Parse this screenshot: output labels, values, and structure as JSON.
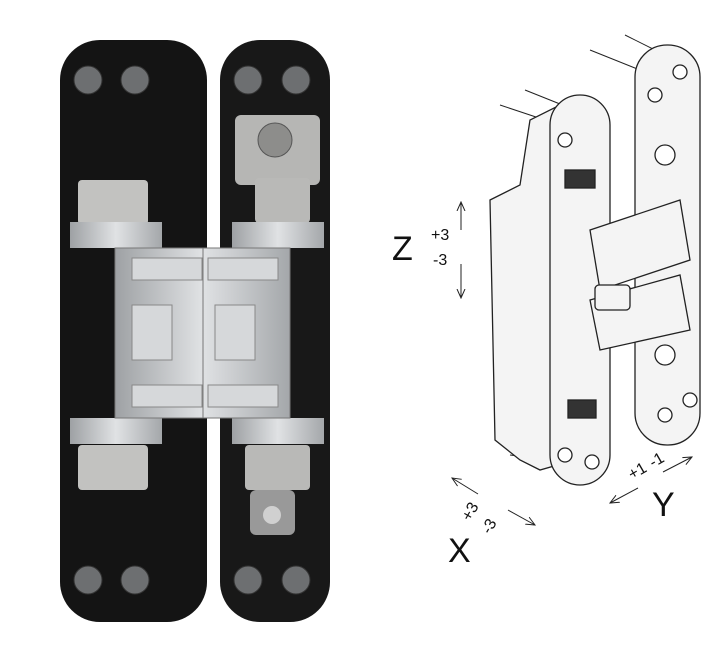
{
  "axes": {
    "z": {
      "label": "Z",
      "plus": "+3",
      "minus": "-3"
    },
    "x": {
      "label": "X",
      "plus": "+3",
      "minus": "-3"
    },
    "y": {
      "label": "Y",
      "plus": "+1",
      "minus": "-1"
    }
  },
  "colors": {
    "hinge_black": "#141414",
    "hinge_silver": "#c9cbcd",
    "line": "#222222"
  }
}
